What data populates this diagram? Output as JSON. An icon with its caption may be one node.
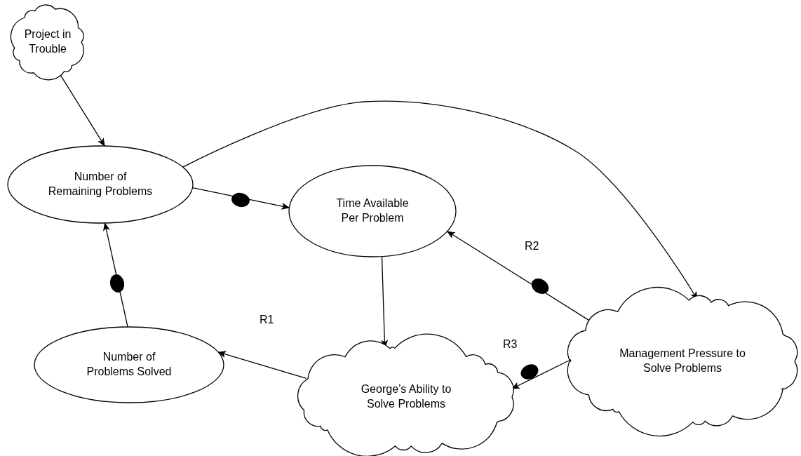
{
  "diagram": {
    "nodes": [
      {
        "text": [
          "Project in Trouble"
        ]
      },
      {
        "text": [
          "Number of Remaining Problems"
        ]
      },
      {
        "text": [
          "Time Available Per Problem"
        ]
      },
      {
        "text": [
          "George’s Ability to Solve Problems"
        ]
      },
      {
        "text": [
          "Number of Problems Solved"
        ]
      },
      {
        "text": [
          "Management Pressure to Solve Problems"
        ]
      }
    ],
    "edges": [
      {
        "from": 0,
        "to": 1,
        "arrow": "to"
      },
      {
        "from": 1,
        "to": 2,
        "arrow": "to"
      },
      {
        "from": 1,
        "to": 5,
        "arrow": "to"
      },
      {
        "from": 2,
        "to": 3,
        "arrow": "to"
      },
      {
        "from": 5,
        "to": 2,
        "arrow": "to"
      },
      {
        "from": 5,
        "to": 3,
        "arrow": "to"
      },
      {
        "from": 3,
        "to": 4,
        "arrow": "to"
      },
      {
        "from": 4,
        "to": 1,
        "arrow": "to"
      }
    ],
    "labels": [
      "R2",
      "R1",
      "R3"
    ]
  }
}
